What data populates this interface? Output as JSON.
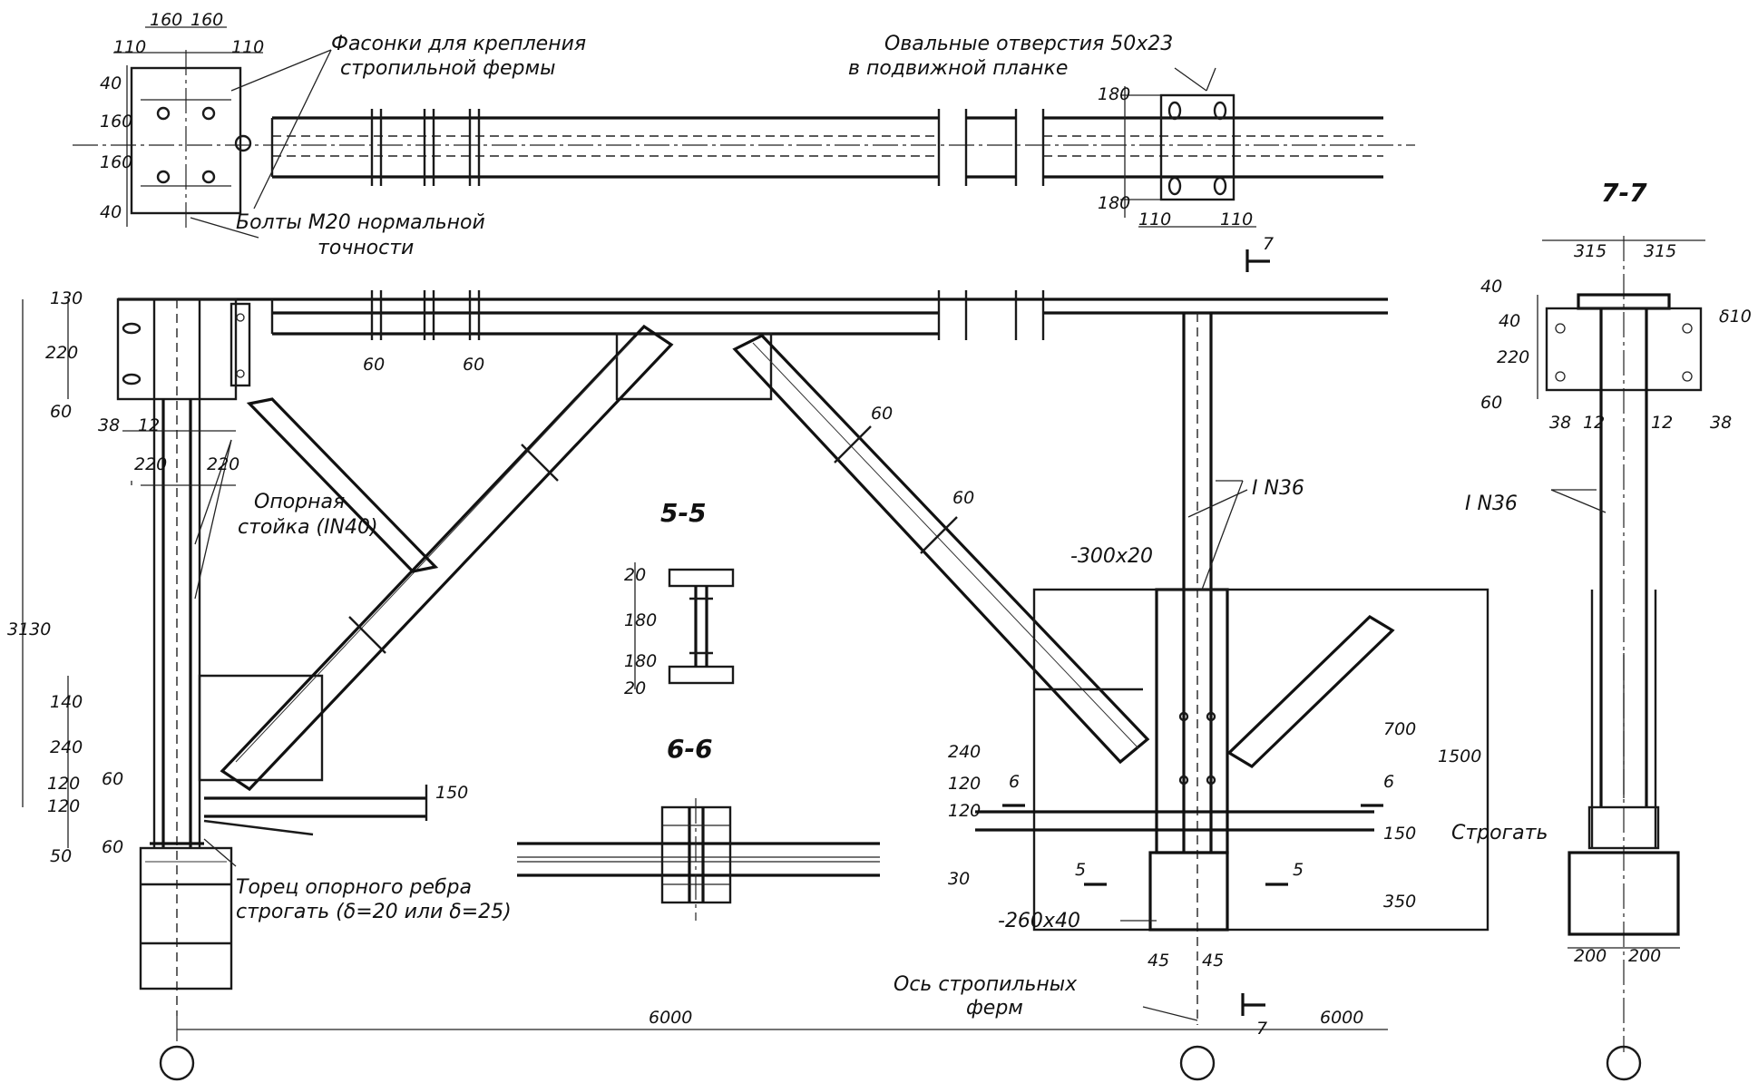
{
  "labels": {
    "gussets": [
      "Фасонки для крепления",
      "стропильной фермы"
    ],
    "oval_holes": [
      "Овальные отверстия 50x23",
      "в подвижной планке"
    ],
    "bolts": [
      "Болты М20 нормальной",
      "точности"
    ],
    "support_column": [
      "Опорная",
      "стойка (IN40)"
    ],
    "rib_end": [
      "Торец опорного ребра",
      "строгать (δ=20 или δ=25)"
    ],
    "truss_axis": [
      "Ось  стропильных",
      "ферм"
    ],
    "beam_right": "I N36",
    "beam_77": "I N36",
    "plate_top": "-300x20",
    "plate_bottom": "-260x40",
    "plane_note": "Строгать"
  },
  "sections": {
    "s55": "5-5",
    "s66": "6-6",
    "s77": "7-7",
    "cut5": "5",
    "cut6": "6",
    "cut7": "7"
  },
  "dims": {
    "top_plan": [
      "160",
      "160",
      "110",
      "110",
      "40",
      "160",
      "160",
      "40",
      "180",
      "180",
      "110",
      "110"
    ],
    "elev_left": [
      "130",
      "220",
      "60",
      "38",
      "12",
      "220",
      "220",
      "3130",
      "60",
      "60"
    ],
    "elev_left_base": [
      "140",
      "240",
      "120",
      "120",
      "60",
      "50",
      "60",
      "150"
    ],
    "truss": [
      "60",
      "60"
    ],
    "sect55": [
      "20",
      "180",
      "180",
      "20"
    ],
    "right_col": [
      "240",
      "120",
      "120",
      "30",
      "700",
      "1500",
      "150",
      "350",
      "45",
      "45"
    ],
    "sect77": [
      "315",
      "315",
      "40",
      "40",
      "220",
      "60",
      "38",
      "12",
      "12",
      "38",
      "δ10",
      "200",
      "200"
    ],
    "spans": [
      "6000",
      "6000"
    ]
  }
}
